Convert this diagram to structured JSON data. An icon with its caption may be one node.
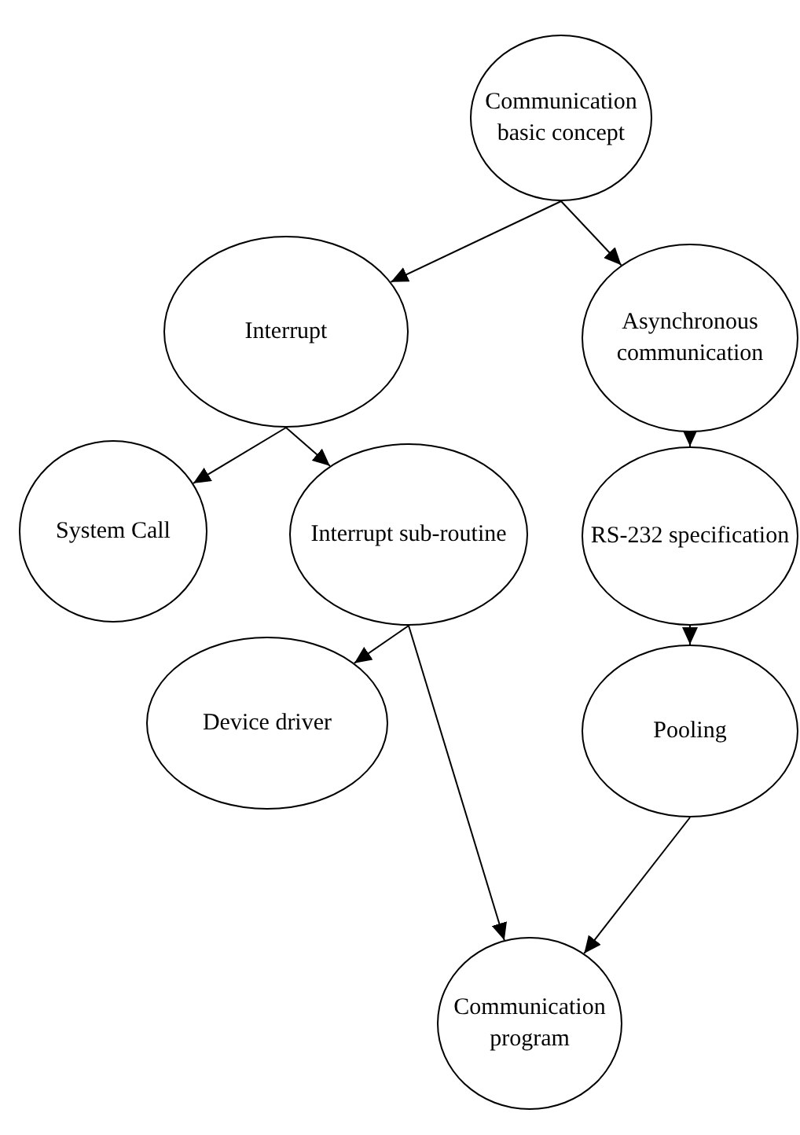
{
  "diagram": {
    "nodes": [
      {
        "text": [
          "Communication basic concept"
        ]
      },
      {
        "text": [
          "Interrupt"
        ]
      },
      {
        "text": [
          "Asynchronous communication"
        ]
      },
      {
        "text": [
          "System Call"
        ]
      },
      {
        "text": [
          "Interrupt sub-routine"
        ]
      },
      {
        "text": [
          "RS-232 specification"
        ]
      },
      {
        "text": [
          "Device driver"
        ]
      },
      {
        "text": [
          "Pooling"
        ]
      },
      {
        "text": [
          "Communication program"
        ]
      }
    ],
    "edges": [
      {
        "from": 0,
        "to": 1,
        "arrow": "to"
      },
      {
        "from": 0,
        "to": 2,
        "arrow": "to"
      },
      {
        "from": 1,
        "to": 3,
        "arrow": "to"
      },
      {
        "from": 1,
        "to": 4,
        "arrow": "to"
      },
      {
        "from": 2,
        "to": 5,
        "arrow": "to"
      },
      {
        "from": 4,
        "to": 6,
        "arrow": "to"
      },
      {
        "from": 4,
        "to": 8,
        "arrow": "to"
      },
      {
        "from": 5,
        "to": 7,
        "arrow": "to"
      },
      {
        "from": 7,
        "to": 8,
        "arrow": "to"
      }
    ]
  }
}
